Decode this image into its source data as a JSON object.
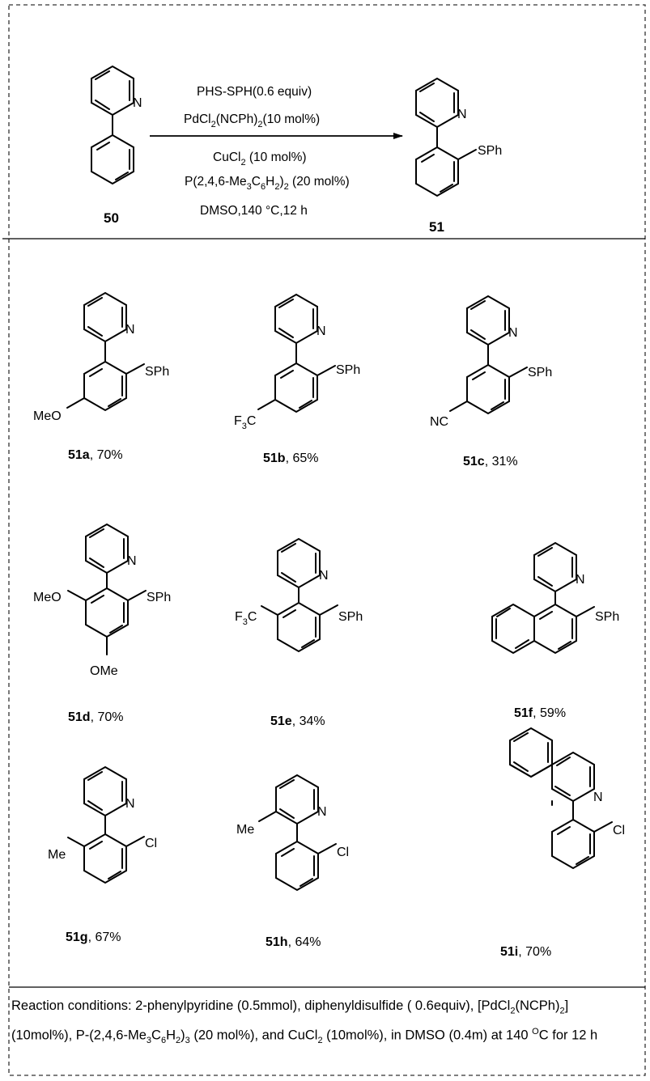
{
  "scheme": {
    "starting_material_label": "50",
    "product_label": "51",
    "conditions": {
      "line1": "PHS-SPH(0.6 equiv)",
      "line2_a": "PdCl",
      "line2_b": "2",
      "line2_c": "(NCPh)",
      "line2_d": "2",
      "line2_e": "(10 mol%)",
      "line3_a": "CuCl",
      "line3_b": "2",
      "line3_c": " (10 mol%)",
      "line4_a": "P(2,4,6-Me",
      "line4_b": "3",
      "line4_c": "C",
      "line4_d": "6",
      "line4_e": "H",
      "line4_f": "2",
      "line4_g": ")",
      "line4_h": "2",
      "line4_i": " (20 mol%)",
      "line5": "DMSO,140 °C,12 h"
    },
    "atom_labels": {
      "N": "N",
      "SPh": "SPh",
      "Cl": "Cl",
      "Me": "Me",
      "MeO": "MeO",
      "OMe": "OMe",
      "NC": "NC",
      "F3C_a": "F",
      "F3C_b": "3",
      "F3C_c": "C"
    }
  },
  "products": [
    {
      "id": "51a",
      "yield": ", 70%"
    },
    {
      "id": "51b",
      "yield": ", 65%"
    },
    {
      "id": "51c",
      "yield": ", 31%"
    },
    {
      "id": "51d",
      "yield": ", 70%"
    },
    {
      "id": "51e",
      "yield": ", 34%"
    },
    {
      "id": "51f",
      "yield": ", 59%"
    },
    {
      "id": "51g",
      "yield": ", 67%"
    },
    {
      "id": "51h",
      "yield": ", 64%"
    },
    {
      "id": "51i",
      "yield": ", 70%"
    }
  ],
  "footnote": {
    "p1": "Reaction conditions: 2-phenylpyridine (0.5mmol), diphenyldisulfide ( 0.6equiv), [PdCl",
    "p2": "2",
    "p3": "(NCPh)",
    "p4": "2",
    "p5": "]",
    "p6": "(10mol%), P-(2,4,6-Me",
    "p7": "3",
    "p8": "C",
    "p9": "6",
    "p10": "H",
    "p11": "2",
    "p12": ")",
    "p13": "3",
    "p14": " (20 mol%), and CuCl",
    "p15": "2",
    "p16": " (10mol%), in DMSO (0.4m) at 140 ",
    "p17": "O",
    "p18": "C for 12 h"
  }
}
